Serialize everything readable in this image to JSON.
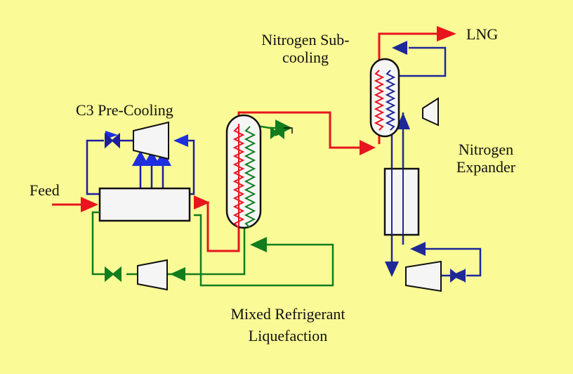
{
  "colors": {
    "background": "#fafa96",
    "feed_gas": "#e8141e",
    "propane_loop": "#1e1ea0",
    "mixed_refrigerant_loop": "#117d1e",
    "nitrogen_loop": "#1e2896",
    "equipment_outline": "#111111",
    "equipment_fill": "#f5f5f5"
  },
  "labels": {
    "feed": "Feed",
    "c3_precooling": "C3 Pre-Cooling",
    "nitrogen_subcooling_line1": "Nitrogen Sub-",
    "nitrogen_subcooling_line2": "cooling",
    "lng": "LNG",
    "nitrogen_expander_line1": "Nitrogen",
    "nitrogen_expander_line2": "Expander",
    "mixed_refrigerant_line1": "Mixed Refrigerant",
    "mixed_refrigerant_line2": "Liquefaction"
  },
  "icons": {
    "compressor": "trapezoid-compressor-icon",
    "valve": "bowtie-valve-icon",
    "heat_exchanger": "box-exchanger-icon",
    "coil_exchanger": "wound-coil-exchanger-icon",
    "flow_arrow": "arrowhead-icon"
  }
}
